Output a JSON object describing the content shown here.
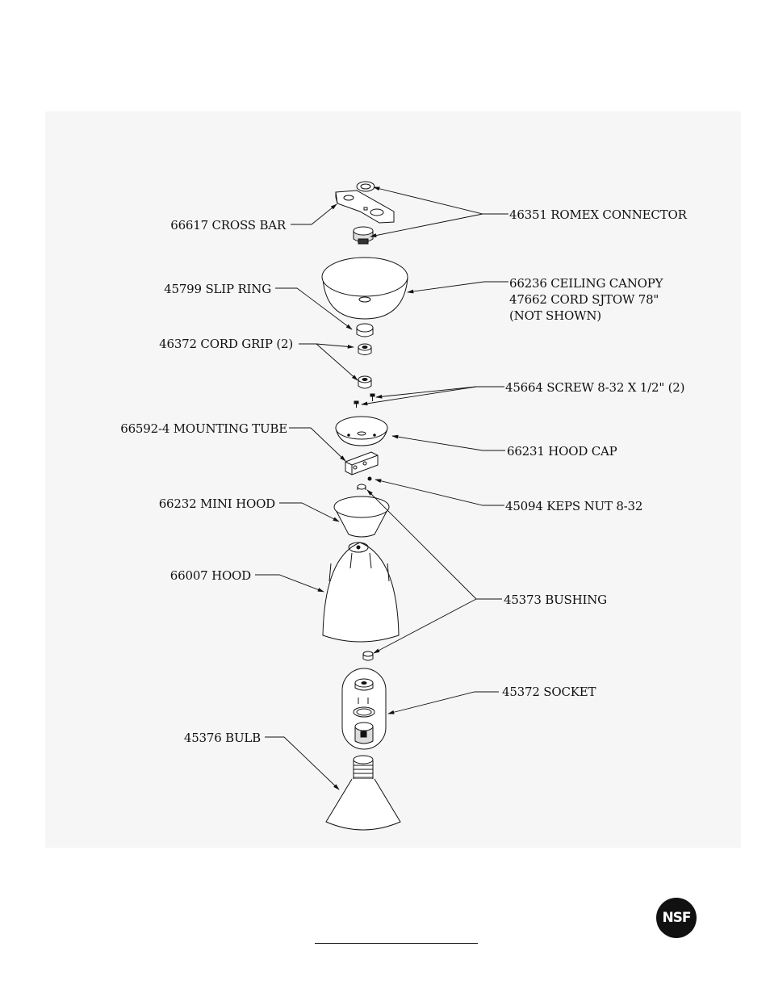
{
  "parts": [
    {
      "id": "cross_bar",
      "label": "66617 CROSS BAR"
    },
    {
      "id": "romex",
      "label": "46351  ROMEX CONNECTOR"
    },
    {
      "id": "canopy",
      "label": "66236 CEILING CANOPY"
    },
    {
      "id": "cord",
      "label": "47662 CORD SJTOW 78\""
    },
    {
      "id": "not_shown",
      "label": "(NOT SHOWN)"
    },
    {
      "id": "slip_ring",
      "label": "45799 SLIP RING"
    },
    {
      "id": "cord_grip",
      "label": "46372 CORD GRIP (2)"
    },
    {
      "id": "screw",
      "label": "45664 SCREW 8-32 X 1/2\" (2)"
    },
    {
      "id": "mounting_tube",
      "label": "66592-4 MOUNTING TUBE"
    },
    {
      "id": "hood_cap",
      "label": "66231  HOOD CAP"
    },
    {
      "id": "keps_nut",
      "label": "45094 KEPS NUT 8-32"
    },
    {
      "id": "mini_hood",
      "label": "66232 MINI HOOD"
    },
    {
      "id": "hood",
      "label": "66007 HOOD"
    },
    {
      "id": "bushing",
      "label": "45373 BUSHING"
    },
    {
      "id": "socket",
      "label": "45372 SOCKET"
    },
    {
      "id": "bulb",
      "label": "45376 BULB"
    }
  ],
  "logo": {
    "text": "NSF",
    "icon": "nsf-logo-icon"
  },
  "colors": {
    "line": "#111111",
    "panel": "#f6f6f6",
    "background": "#ffffff"
  }
}
